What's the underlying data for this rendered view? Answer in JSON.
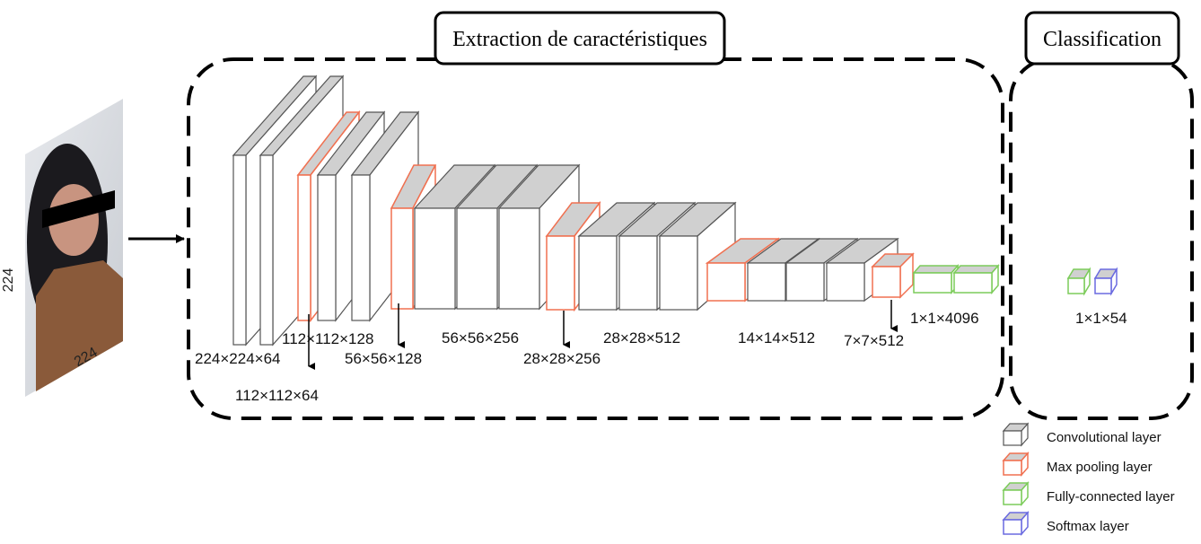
{
  "titles": {
    "extraction": "Extraction de caractéristiques",
    "classification": "Classification"
  },
  "input": {
    "height_label": "224",
    "width_label": "224"
  },
  "colors": {
    "conv": "#555555",
    "pool": "#f07050",
    "fc": "#7ccc5a",
    "softmax": "#6a6ae0",
    "top_fill": "#d0d0d0"
  },
  "layers": [
    {
      "type": "conv"
    },
    {
      "type": "conv"
    },
    {
      "type": "pool"
    },
    {
      "type": "conv"
    },
    {
      "type": "conv"
    },
    {
      "type": "pool"
    },
    {
      "type": "conv"
    },
    {
      "type": "conv"
    },
    {
      "type": "conv"
    },
    {
      "type": "pool"
    },
    {
      "type": "conv"
    },
    {
      "type": "conv"
    },
    {
      "type": "conv"
    },
    {
      "type": "pool"
    },
    {
      "type": "conv"
    },
    {
      "type": "conv"
    },
    {
      "type": "conv"
    },
    {
      "type": "pool"
    },
    {
      "type": "fc"
    },
    {
      "type": "fc"
    },
    {
      "type": "fc"
    },
    {
      "type": "softmax"
    }
  ],
  "dimension_labels": [
    "224×224×64",
    "112×112×64",
    "112×112×128",
    "56×56×128",
    "56×56×256",
    "28×28×256",
    "28×28×512",
    "14×14×512",
    "7×7×512",
    "1×1×4096",
    "1×1×54"
  ],
  "legend": [
    {
      "type": "conv",
      "label": "Convolutional layer"
    },
    {
      "type": "pool",
      "label": "Max pooling layer"
    },
    {
      "type": "fc",
      "label": "Fully-connected layer"
    },
    {
      "type": "softmax",
      "label": "Softmax layer"
    }
  ]
}
